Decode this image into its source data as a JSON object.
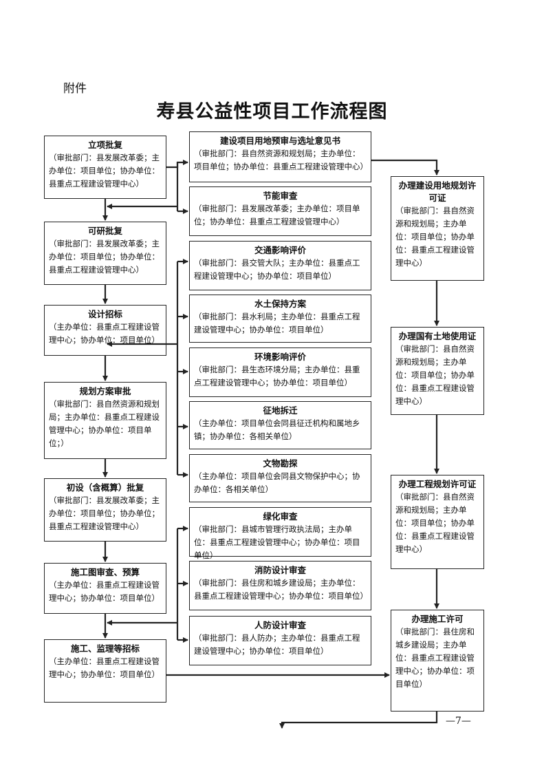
{
  "header": {
    "annex": "附件",
    "title": "寿县公益性项目工作流程图"
  },
  "left_column": [
    {
      "title": "立项批复",
      "body": "（审批部门：县发展改革委；主办单位：项目单位；协办单位：县重点工程建设管理中心）"
    },
    {
      "title": "可研批复",
      "body": "（审批部门：县发展改革委；主办单位：项目单位；协办单位：县重点工程建设管理中心）"
    },
    {
      "title": "设计招标",
      "body": "（主办单位：县重点工程建设管理中心；协办单位：项目单位）"
    },
    {
      "title": "规划方案审批",
      "body": "（审批部门：县自然资源和规划局；主办单位：县重点工程建设管理中心；协办单位：项目单位；）"
    },
    {
      "title": "初设（含概算）批复",
      "body": "（审批部门：县发展改革委；主办单位：项目单位；协办单位；县重点工程建设管理中心）"
    },
    {
      "title": "施工图审查、预算",
      "body": "（主办单位：县重点工程建设管理中心；协办单位：项目单位）"
    },
    {
      "title": "施工、监理等招标",
      "body": "（主办单位：县重点工程建设管理中心；协办单位：项目单位）"
    }
  ],
  "middle_column": [
    {
      "title": "建设项目用地预审与选址意见书",
      "body": "（审批部门：县自然资源和规划局；主办单位：项目单位；协办单位：县重点工程建设管理中心）"
    },
    {
      "title": "节能审查",
      "body": "（审批部门：县发展改革委；主办单位：项目单位；协办单位：县重点工程建设管理中心）"
    },
    {
      "title": "交通影响评价",
      "body": "（审批部门：县交管大队；主办单位：县重点工程建设管理中心；协办单位：项目单位）"
    },
    {
      "title": "水土保持方案",
      "body": "（审批部门：县水利局；主办单位：县重点工程建设管理中心；协办单位：项目单位）"
    },
    {
      "title": "环境影响评价",
      "body": "（审批部门：县生态环境分局；主办单位：县重点工程建设管理中心；协办单位：项目单位）"
    },
    {
      "title": "征地拆迁",
      "body": "（主办单位：项目单位会同县征迁机构和属地乡镇；协办单位：各相关单位）"
    },
    {
      "title": "文物勘探",
      "body": "（主办单位：项目单位会同县文物保护中心；协办单位：各相关单位）"
    },
    {
      "title": "绿化审查",
      "body": "（审批部门：县城市管理行政执法局；主办单位：县重点工程建设管理中心；协办单位：项目单位）"
    },
    {
      "title": "消防设计审查",
      "body": "（审批部门：县住房和城乡建设局；主办单位：县重点工程建设管理中心；协办单位：项目单位）"
    },
    {
      "title": "人防设计审查",
      "body": "（审批部门：县人防办；主办单位：县重点工程建设管理中心；协办单位：项目单位）"
    }
  ],
  "right_column": [
    {
      "title": "办理建设用地规划许可证",
      "body": "（审批部门：县自然资源和规划局；主办单位：项目单位；协办单位：县重点工程建设管理中心）"
    },
    {
      "title": "办理国有土地使用证",
      "body": "（审批部门：县自然资源和规划局；主办单位：项目单位；协办单位：县重点工程建设管理中心）"
    },
    {
      "title": "办理工程规划许可证",
      "body": "（审批部门：县自然资源和规划局；主办单位：项目单位；协办单位：县重点工程建设管理中心）"
    },
    {
      "title": "办理施工许可",
      "body": "（审批部门：县住房和城乡建设局；主办单位：县重点工程建设管理中心；协办单位：项目单位）"
    }
  ],
  "footer": {
    "page_number": "—7—"
  }
}
